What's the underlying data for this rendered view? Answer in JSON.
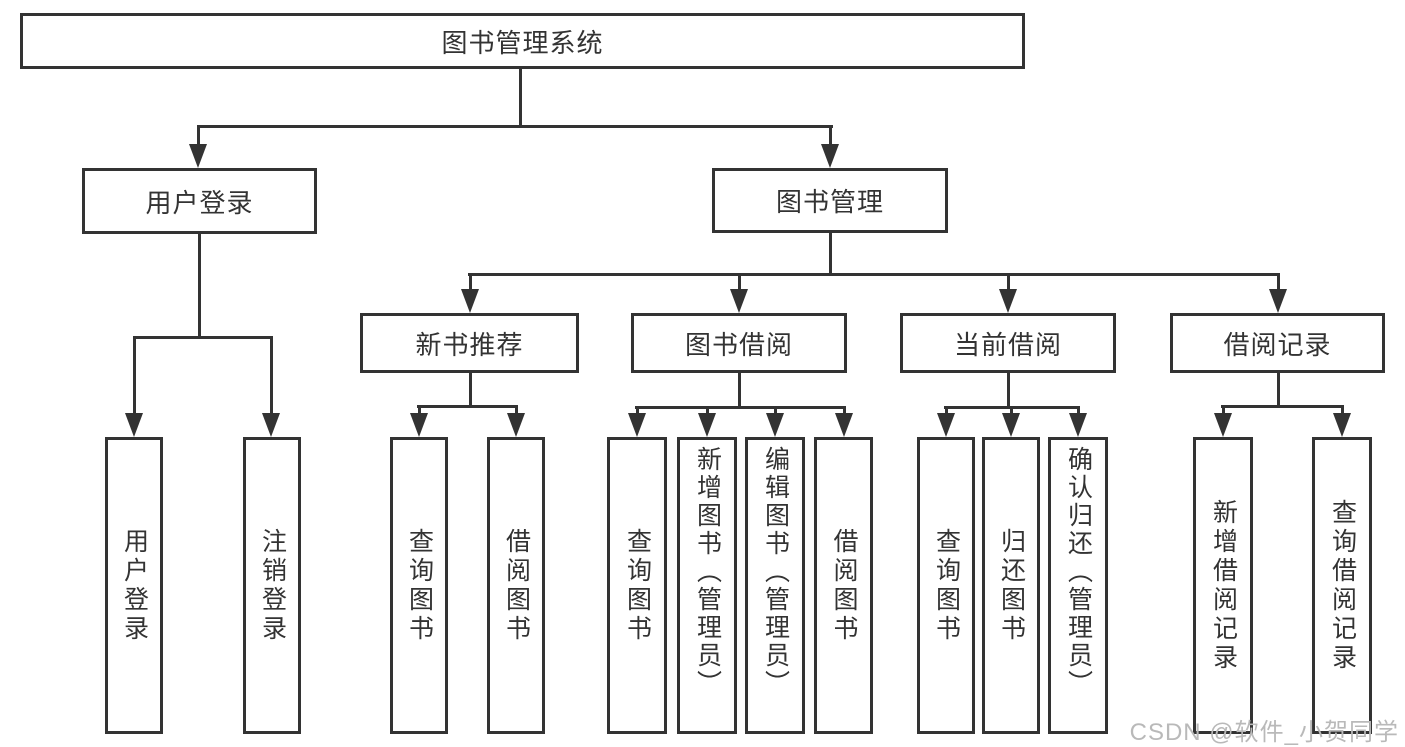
{
  "root": "图书管理系统",
  "user_login": {
    "label": "用户登录",
    "children": [
      "用户登录",
      "注销登录"
    ]
  },
  "book_mgmt": {
    "label": "图书管理",
    "sections": [
      {
        "label": "新书推荐",
        "children": [
          "查询图书",
          "借阅图书"
        ]
      },
      {
        "label": "图书借阅",
        "children": [
          "查询图书",
          "新增图书（管理员）",
          "编辑图书（管理员）",
          "借阅图书"
        ]
      },
      {
        "label": "当前借阅",
        "children": [
          "查询图书",
          "归还图书",
          "确认归还（管理员）"
        ]
      },
      {
        "label": "借阅记录",
        "children": [
          "新增借阅记录",
          "查询借阅记录"
        ]
      }
    ]
  },
  "watermark": "CSDN @软件_小贺同学"
}
